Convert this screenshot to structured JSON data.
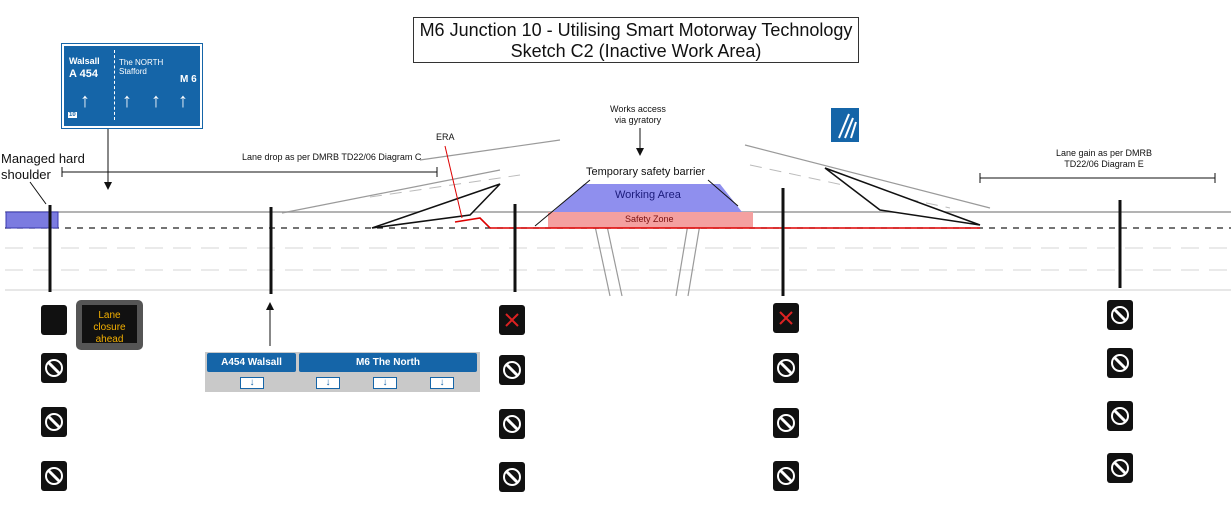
{
  "title": {
    "line1": "M6 Junction 10 - Utilising Smart Motorway Technology",
    "line2": "Sketch C2 (Inactive Work Area)"
  },
  "labels": {
    "managed_hard_shoulder_1": "Managed hard",
    "managed_hard_shoulder_2": "shoulder",
    "lane_drop": "Lane drop as per DMRB TD22/06 Diagram C",
    "era": "ERA",
    "works_access_1": "Works access",
    "works_access_2": "via gyratory",
    "temporary_barrier": "Temporary safety barrier",
    "working_area": "Working Area",
    "safety_zone": "Safety Zone",
    "lane_gain_1": "Lane gain as per DMRB",
    "lane_gain_2": "TD22/06 Diagram E"
  },
  "direction_sign": {
    "left_dest": "Walsall",
    "left_road": "A 454",
    "right_dest_1": "The NORTH",
    "right_dest_2": "Stafford",
    "right_road": "M 6",
    "junction": "10"
  },
  "vms": {
    "line1": "Lane closure",
    "line2": "ahead"
  },
  "gantry": {
    "left_label": "A454 Walsall",
    "right_label": "M6 The North"
  },
  "colors": {
    "road_line": "#999999",
    "hard_shoulder": "#7b7be0",
    "working_area": "#8f8fee",
    "safety_zone": "#f4a0a0",
    "barrier": "#dd0000",
    "sign_blue": "#1565a8",
    "signal_cross": "#dd2222",
    "vms_text": "#f4b000"
  },
  "signals": {
    "column_1": [
      "blank",
      "nsl",
      "nsl",
      "nsl"
    ],
    "column_2": [
      "red-x",
      "nsl",
      "nsl",
      "nsl"
    ],
    "column_3": [
      "red-x",
      "nsl",
      "nsl",
      "nsl"
    ],
    "column_4": [
      "nsl",
      "nsl",
      "nsl",
      "nsl"
    ]
  }
}
